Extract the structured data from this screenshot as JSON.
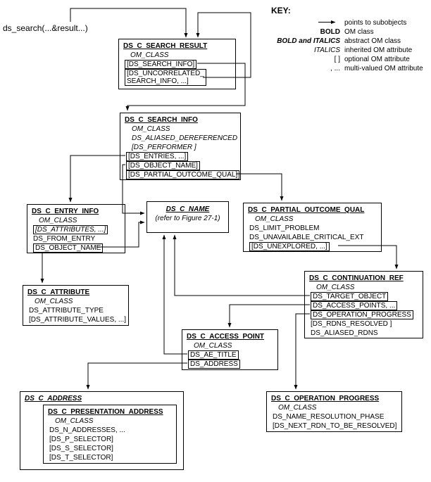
{
  "figure": {
    "caption": "ds_search(...&result...)"
  },
  "key": {
    "title": "KEY:",
    "items": [
      {
        "symbol": "",
        "label": "points to subobjects"
      },
      {
        "symbol": "BOLD",
        "label": "OM class"
      },
      {
        "symbol": "BOLD and ITALICS",
        "label": "abstract OM class"
      },
      {
        "symbol": "ITALICS",
        "label": "inherited OM attribute"
      },
      {
        "symbol": "[ ]",
        "label": "optional OM attribute"
      },
      {
        "symbol": ", ...",
        "label": "multi-valued OM attribute"
      }
    ]
  },
  "classes": {
    "search_result": {
      "title": "DS_C_SEARCH_RESULT",
      "om_class": "OM_CLASS",
      "search_info": "[DS_SEARCH_INFO]",
      "uncorrelated_line1": "[DS_UNCORRELATED_",
      "uncorrelated_line2": "SEARCH_INFO, ...]"
    },
    "search_info": {
      "title": "DS_C_SEARCH_INFO",
      "om_class": "OM_CLASS",
      "aliased_dereferenced": "DS_ALIASED_DEREFERENCED",
      "performer": "[DS_PERFORMER ]",
      "entries": "[DS_ENTRIES, ...]",
      "object_name": "[DS_OBJECT_NAME]",
      "partial_outcome_qual": "[DS_PARTIAL_OUTCOME_QUAL]"
    },
    "entry_info": {
      "title": "DS_C_ENTRY_INFO",
      "om_class": "OM_CLASS",
      "attributes": "[DS_ATTRIBUTES, ...]",
      "from_entry": "DS_FROM_ENTRY",
      "object_name": "DS_OBJECT_NAME"
    },
    "name": {
      "title": "DS_C_NAME",
      "subtitle": "(refer to Figure 27-1)"
    },
    "partial_outcome_qual": {
      "title": "DS_C_PARTIAL_OUTCOME_QUAL",
      "om_class": "OM_CLASS",
      "limit_problem": "DS_LIMIT_PROBLEM",
      "unavailable_critical_ext": "DS_UNAVAILABLE_CRITICAL_EXT",
      "unexplored": "[DS_UNEXPLORED, ...]"
    },
    "attribute": {
      "title": "DS_C_ATTRIBUTE",
      "om_class": "OM_CLASS",
      "attribute_type": "DS_ATTRIBUTE_TYPE",
      "attribute_values": "[DS_ATTRIBUTE_VALUES, ...]"
    },
    "continuation_ref": {
      "title": "DS_C_CONTINUATION_REF",
      "om_class": "OM_CLASS",
      "target_object": "DS_TARGET_OBJECT",
      "access_points": "DS_ACCESS_POINTS, ...",
      "operation_progress": "DS_OPERATION_PROGRESS",
      "rdns_resolved": "[DS_RDNS_RESOLVED ]",
      "aliased_rdns": "DS_ALIASED_RDNS"
    },
    "access_point": {
      "title": "DS_C_ACCESS_POINT",
      "om_class": "OM_CLASS",
      "ae_title": "DS_AE_TITLE",
      "address": "DS_ADDRESS"
    },
    "address": {
      "title": "DS_C_ADDRESS"
    },
    "presentation_address": {
      "title": "DS_C_PRESENTATION_ADDRESS",
      "om_class": "OM_CLASS",
      "n_addresses": "DS_N_ADDRESSES, ...",
      "p_selector": "[DS_P_SELECTOR]",
      "s_selector": "[DS_S_SELECTOR]",
      "t_selector": "[DS_T_SELECTOR]"
    },
    "operation_progress": {
      "title": "DS_C_OPERATION_PROGRESS",
      "om_class": "OM_CLASS",
      "name_resolution_phase": "DS_NAME_RESOLUTION_PHASE",
      "next_rdn": "[DS_NEXT_RDN_TO_BE_RESOLVED]"
    }
  }
}
